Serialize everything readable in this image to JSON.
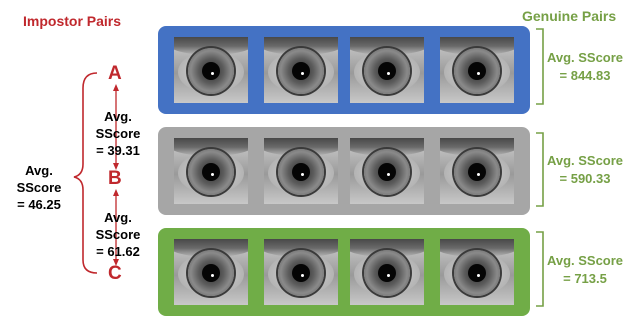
{
  "headers": {
    "impostor": "Impostor Pairs",
    "genuine": "Genuine Pairs"
  },
  "impostor": {
    "letters": [
      "A",
      "B",
      "C"
    ],
    "ab_score": [
      "Avg. SScore",
      "= 39.31"
    ],
    "bc_score": [
      "Avg. SScore",
      "= 61.62"
    ],
    "overall_score": [
      "Avg. SScore",
      "= 46.25"
    ]
  },
  "genuine": {
    "rows": [
      {
        "label": "Avg. SScore",
        "value": "= 844.83"
      },
      {
        "label": "Avg. SScore",
        "value": "= 590.33"
      },
      {
        "label": "Avg. SScore",
        "value": "= 713.5"
      }
    ]
  },
  "colors": {
    "panel_a": "#4472c4",
    "panel_b": "#a6a6a6",
    "panel_c": "#70ad47",
    "impostor": "#c0282d",
    "genuine": "#76a046"
  },
  "icons": {
    "eye_image": "iris-eye-photo"
  }
}
